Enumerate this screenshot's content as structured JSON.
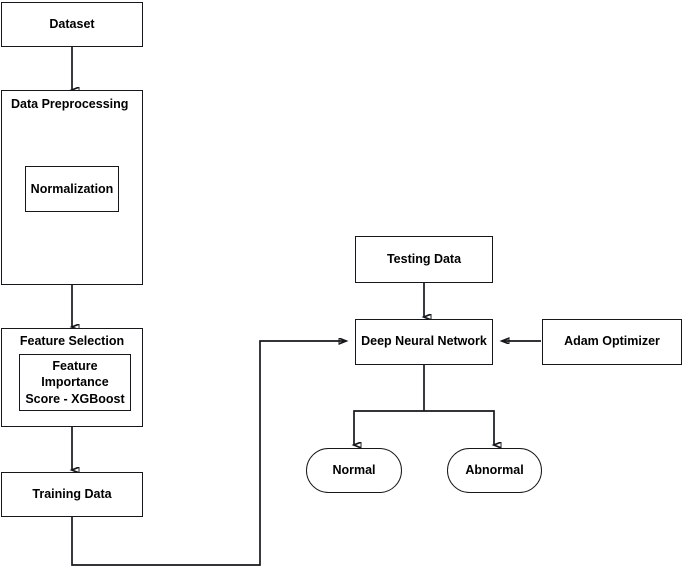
{
  "diagram": {
    "type": "flowchart",
    "title": "Deep Neural Network classification pipeline",
    "background_color": "#ffffff",
    "stroke_color": "#14181c",
    "text_color": "#000000"
  },
  "nodes": {
    "dataset": {
      "label": "Dataset",
      "shape": "rect"
    },
    "data_preprocessing": {
      "label": "Data Preprocessing",
      "shape": "rect"
    },
    "normalization": {
      "label": "Normalization",
      "shape": "rect"
    },
    "feature_selection": {
      "label": "Feature  Selection",
      "shape": "rect"
    },
    "feature_importance": {
      "label": "Feature\nImportance\nScore - XGBoost",
      "shape": "rect"
    },
    "training_data": {
      "label": "Training Data",
      "shape": "rect"
    },
    "testing_data": {
      "label": "Testing Data",
      "shape": "rect"
    },
    "deep_neural_network": {
      "label": "Deep Neural Network",
      "shape": "rect"
    },
    "adam_optimizer": {
      "label": "Adam Optimizer",
      "shape": "rect"
    },
    "normal": {
      "label": "Normal",
      "shape": "rounded-rect"
    },
    "abnormal": {
      "label": "Abnormal",
      "shape": "rounded-rect"
    }
  },
  "edges": [
    {
      "from": "dataset",
      "to": "data_preprocessing",
      "arrow": true
    },
    {
      "from": "data_preprocessing",
      "to": "feature_selection",
      "arrow": true
    },
    {
      "from": "feature_selection",
      "to": "training_data",
      "arrow": true
    },
    {
      "from": "training_data",
      "to": "deep_neural_network",
      "arrow": true
    },
    {
      "from": "testing_data",
      "to": "deep_neural_network",
      "arrow": true
    },
    {
      "from": "adam_optimizer",
      "to": "deep_neural_network",
      "arrow": true
    },
    {
      "from": "deep_neural_network",
      "to": "normal",
      "arrow": true
    },
    {
      "from": "deep_neural_network",
      "to": "abnormal",
      "arrow": true
    }
  ]
}
